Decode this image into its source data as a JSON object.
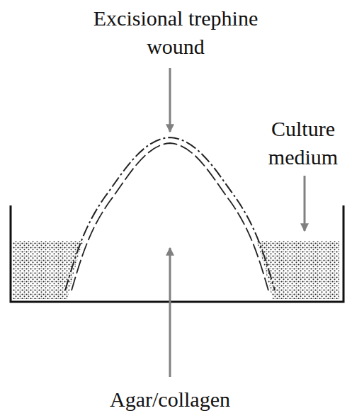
{
  "diagram": {
    "labels": [
      "Excisional trephine wound",
      "Culture medium",
      "Agar/collagen"
    ]
  }
}
